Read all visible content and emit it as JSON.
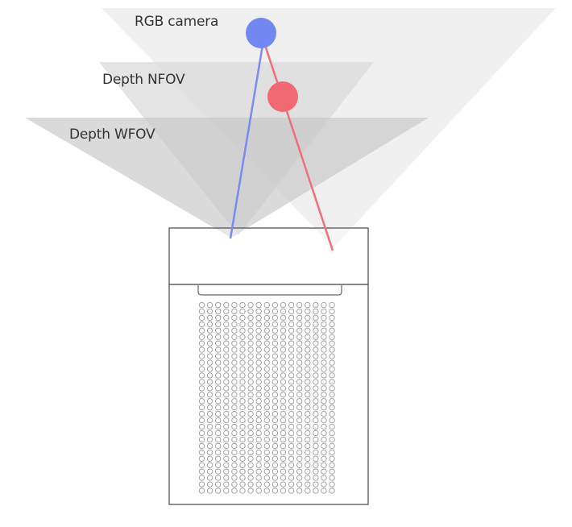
{
  "labels": {
    "rgb_camera": "RGB camera",
    "depth_nfov": "Depth NFOV",
    "depth_wfov": "Depth WFOV"
  },
  "colors": {
    "rgb_fov_fill": "#f0f0f0",
    "nfov_fill": "#d8d8d8",
    "wfov_fill": "#c6c6c6",
    "blue_line": "#7b8cf0",
    "blue_dot": "#7387f2",
    "red_line": "#f0707a",
    "red_dot": "#f16a73",
    "device_outline": "#555555",
    "grille_hole": "#9a9a9a"
  },
  "icons": {
    "blue_marker": "circle",
    "red_marker": "circle"
  }
}
